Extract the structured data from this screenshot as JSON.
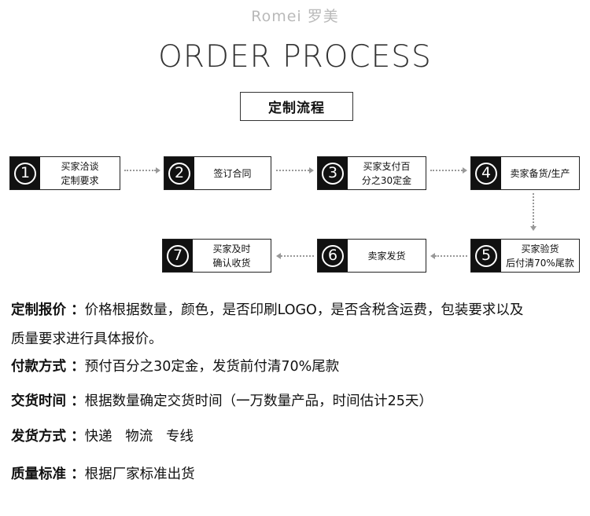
{
  "brand": "Romei  罗美",
  "title": "ORDER PROCESS",
  "subtitle": "定制流程",
  "steps": [
    {
      "num": "1",
      "line1": "买家洽谈",
      "line2": "定制要求"
    },
    {
      "num": "2",
      "line1": "签订合同",
      "line2": ""
    },
    {
      "num": "3",
      "line1": "买家支付百",
      "line2": "分之30定金"
    },
    {
      "num": "4",
      "line1": "卖家备货/生产",
      "line2": ""
    },
    {
      "num": "5",
      "line1": "买家验货",
      "line2": "后付清70%尾款"
    },
    {
      "num": "6",
      "line1": "卖家发货",
      "line2": ""
    },
    {
      "num": "7",
      "line1": "买家及时",
      "line2": "确认收货"
    }
  ],
  "info": {
    "custom_quote_key": "定制报价 ：",
    "custom_quote_val": "价格根据数量，颜色，是否印刷LOGO，是否含税含运费，包装要求以及",
    "custom_quote_val2": "质量要求进行具体报价。",
    "payment_key": "付款方式 ：",
    "payment_val": "预付百分之30定金，发货前付清70%尾款",
    "delivery_time_key": "交货时间 ：",
    "delivery_time_val": "根据数量确定交货时间（一万数量产品，时间估计25天）",
    "shipping_key": "发货方式 ：",
    "shipping_val": "快递   物流   专线",
    "quality_key": "质量标准 ：",
    "quality_val": "根据厂家标准出货"
  }
}
